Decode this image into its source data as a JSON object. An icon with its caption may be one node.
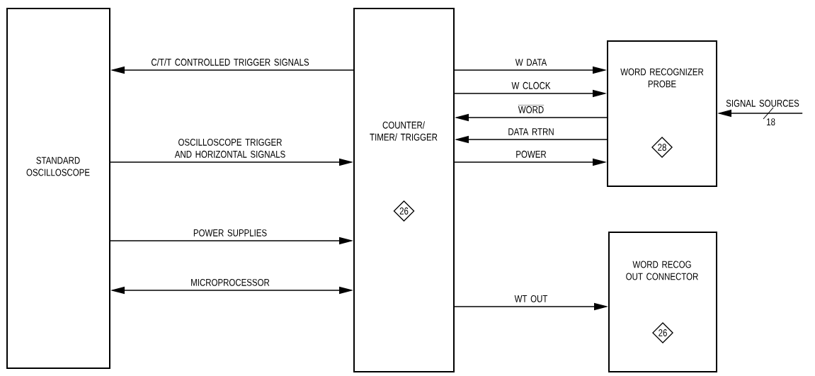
{
  "diagram": {
    "nodes": [
      {
        "text": [
          "STANDARD OSCILLOSCOPE"
        ]
      },
      {
        "text": [
          "COUNTER/ TIMER/ TRIGGER"
        ]
      },
      {
        "text": [
          "26"
        ],
        "in": 1
      },
      {
        "text": [
          "WORD RECOGNIZER PROBE"
        ]
      },
      {
        "text": [
          "28"
        ],
        "in": 3
      },
      {
        "text": [
          "SIGNAL SOURCES"
        ]
      },
      {
        "text": [
          "WORD RECOG OUT CONNECTOR"
        ]
      },
      {
        "text": [
          "26"
        ],
        "in": 6
      }
    ],
    "edges": [
      {
        "from": 1,
        "to": 0,
        "arrow": "to",
        "label": "C/T/T CONTROLLED TRIGGER SIGNALS"
      },
      {
        "from": 0,
        "to": 1,
        "arrow": "to",
        "label": "OSCILLOSCOPE TRIGGER AND HORIZONTAL SIGNALS"
      },
      {
        "from": 0,
        "to": 1,
        "arrow": "to",
        "label": "POWER SUPPLIES"
      },
      {
        "from": 0,
        "to": 1,
        "arrow": "both",
        "label": "MICROPROCESSOR"
      },
      {
        "from": 1,
        "to": 3,
        "arrow": "to",
        "label": "W DATA"
      },
      {
        "from": 1,
        "to": 3,
        "arrow": "to",
        "label": "W CLOCK"
      },
      {
        "from": 3,
        "to": 1,
        "arrow": "to",
        "label": "WORD"
      },
      {
        "from": 3,
        "to": 1,
        "arrow": "to",
        "label": "DATA RTRN"
      },
      {
        "from": 1,
        "to": 3,
        "arrow": "to",
        "label": "POWER"
      },
      {
        "from": 1,
        "to": 6,
        "arrow": "to",
        "label": "WT OUT"
      },
      {
        "from": 5,
        "to": 3,
        "arrow": "to",
        "label": "18"
      }
    ]
  }
}
